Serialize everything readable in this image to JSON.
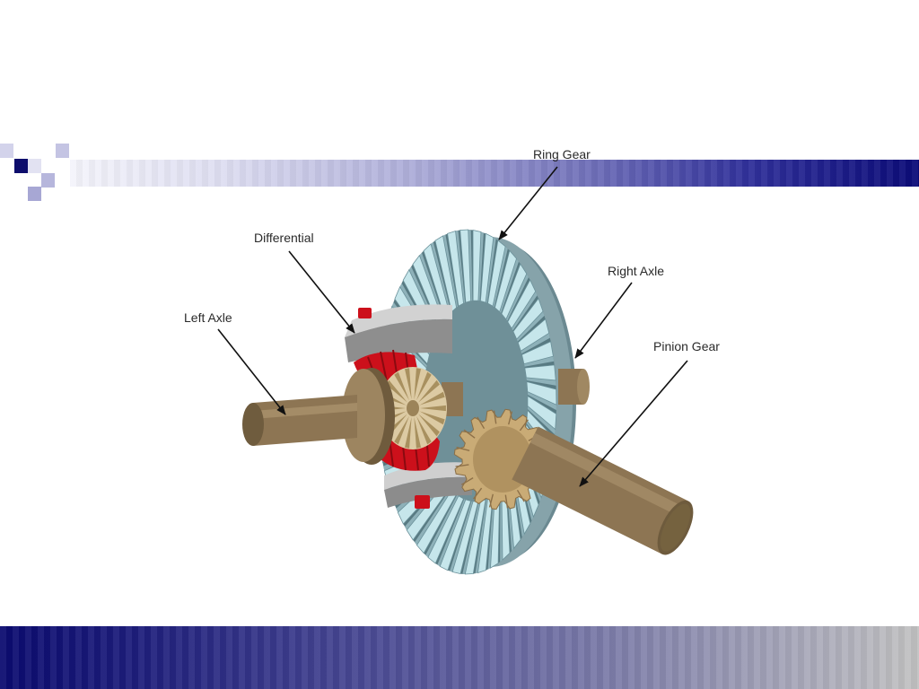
{
  "slide": {
    "colors": {
      "header_bar_start": "#f4f4fb",
      "header_bar_end": "#0b0b78",
      "footer_bar_start": "#0b0b70",
      "footer_bar_end": "#c2c2c2"
    }
  },
  "diagram": {
    "labels": {
      "ring_gear": "Ring Gear",
      "differential": "Differential",
      "left_axle": "Left Axle",
      "right_axle": "Right Axle",
      "pinion_gear": "Pinion Gear"
    },
    "colors": {
      "ring_gear_teeth": "#c6e6eb",
      "ring_gear_flank": "#8eb1b9",
      "axle": "#8d7553",
      "pinion_teeth": "#c9ab76",
      "side_gear": "#dccaa3",
      "spider_gears": "#cc101b",
      "carrier": "#8e8e8e"
    }
  }
}
